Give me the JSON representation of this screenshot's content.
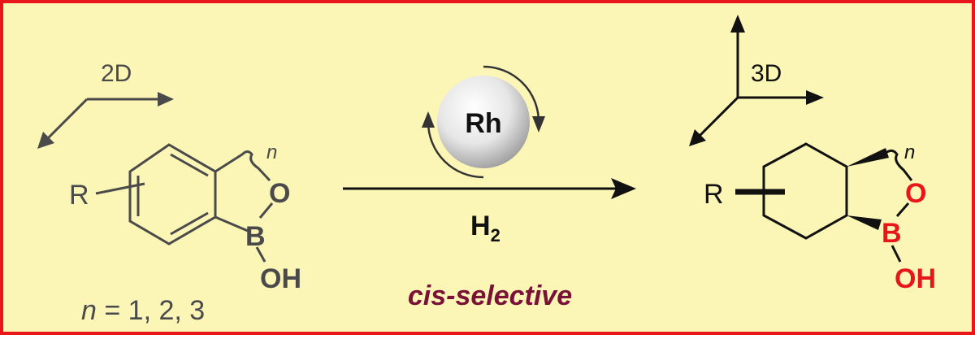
{
  "colors": {
    "background": "#FBF5B6",
    "frame": "#E8151B",
    "left_structure": "#4A4A4A",
    "right_structure": "#000000",
    "boron_highlight": "#E8151B",
    "caption_accent": "#7A1238"
  },
  "left_molecule": {
    "axis_label": "2D",
    "r_label": "R",
    "n_label": "n",
    "oxygen_label": "O",
    "boron_label": "B",
    "hydroxyl_label": "OH",
    "n_values_n": "n",
    "n_values_rest": " = 1, 2, 3"
  },
  "reaction": {
    "catalyst_label": "Rh",
    "reagent_main": "H",
    "reagent_subscript": "2",
    "selectivity_label": "cis-selective"
  },
  "right_molecule": {
    "axis_label": "3D",
    "r_label": "R",
    "n_label": "n",
    "oxygen_label": "O",
    "boron_label": "B",
    "hydroxyl_label": "OH"
  }
}
